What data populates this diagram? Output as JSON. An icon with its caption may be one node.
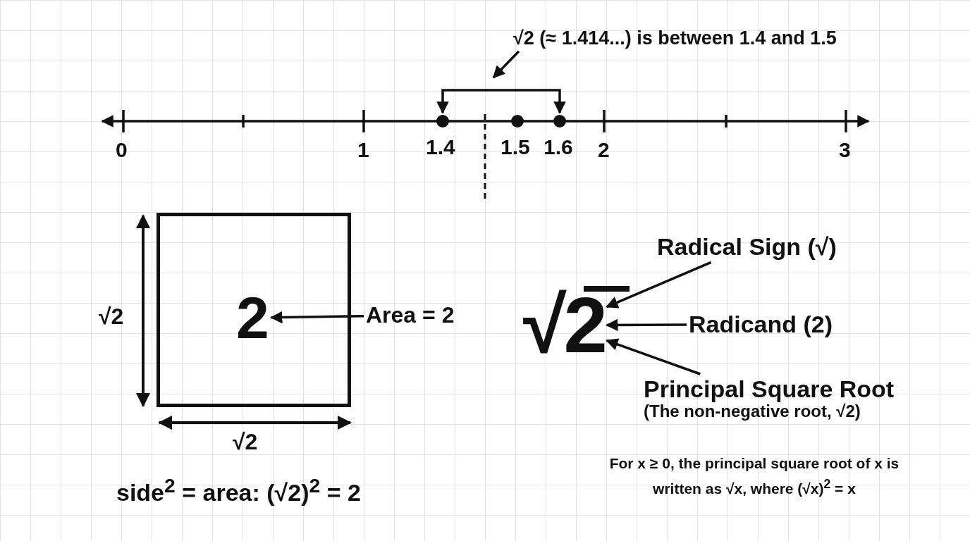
{
  "diagram": {
    "nodes": [
      {
        "text": [
          "√2 (≈ 1.414...) is between 1.4 and 1.5"
        ]
      },
      {
        "text": [],
        "shape": "circle"
      },
      {
        "text": [],
        "shape": "circle"
      },
      {
        "text": [],
        "shape": "circle"
      },
      {
        "text": [],
        "shape": "box"
      },
      {
        "text": [
          "2"
        ],
        "in": 4
      },
      {
        "text": [
          "Area = 2"
        ]
      },
      {
        "text": [
          "√2"
        ]
      },
      {
        "text": [
          "Radical Sign (√)"
        ]
      },
      {
        "text": [
          "Radicand (2)"
        ]
      },
      {
        "text": [
          "Principal Square Root",
          "(The non-negative root, √2)"
        ]
      }
    ],
    "edges": [
      {
        "from": 0,
        "to": null,
        "arrow": "to"
      },
      {
        "from": 1,
        "to": 3,
        "arrow": "both"
      },
      {
        "from": 6,
        "to": 5,
        "arrow": "to"
      },
      {
        "from": 8,
        "to": 7,
        "arrow": "to"
      },
      {
        "from": 9,
        "to": 7,
        "arrow": "to"
      },
      {
        "from": 10,
        "to": 7,
        "arrow": "to"
      }
    ],
    "labels": [
      "0",
      "1",
      "1.4",
      "1.5",
      "1.6",
      "2",
      "3",
      "√2",
      "√2",
      "side$^{2}$ = area: (√2)$^{2}$ = 2",
      "For x ≥ 0, the principal square root of x is written as √x, where (√x)$^{2}$ = x"
    ]
  }
}
